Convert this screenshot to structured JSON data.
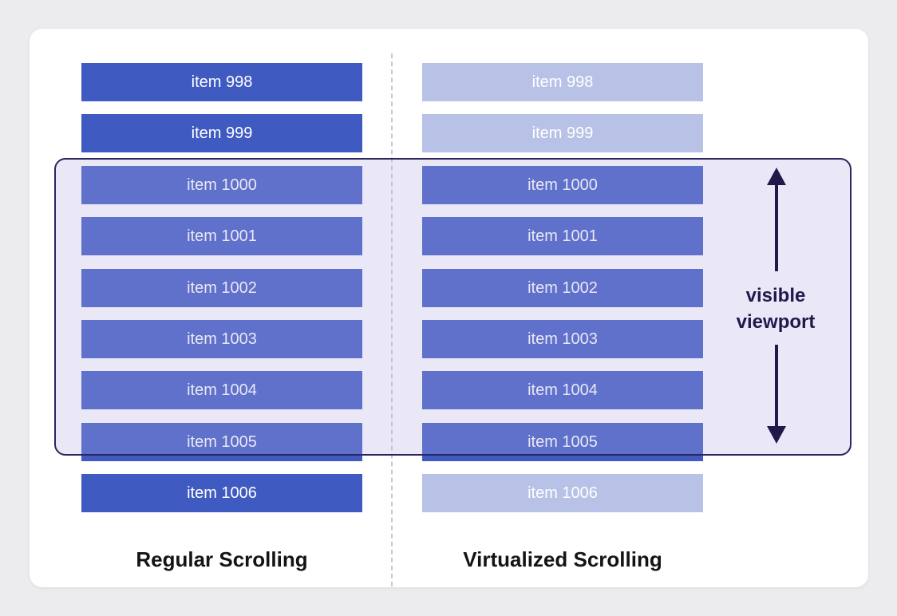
{
  "regular": {
    "label": "Regular Scrolling",
    "items": [
      {
        "label": "item 998",
        "state": "rendered"
      },
      {
        "label": "item 999",
        "state": "rendered"
      },
      {
        "label": "item 1000",
        "state": "rendered"
      },
      {
        "label": "item 1001",
        "state": "rendered"
      },
      {
        "label": "item 1002",
        "state": "rendered"
      },
      {
        "label": "item 1003",
        "state": "rendered"
      },
      {
        "label": "item 1004",
        "state": "rendered"
      },
      {
        "label": "item 1005",
        "state": "rendered"
      },
      {
        "label": "item 1006",
        "state": "rendered"
      }
    ]
  },
  "virtualized": {
    "label": "Virtualized Scrolling",
    "items": [
      {
        "label": "item 998",
        "state": "faded"
      },
      {
        "label": "item 999",
        "state": "faded"
      },
      {
        "label": "item 1000",
        "state": "rendered"
      },
      {
        "label": "item 1001",
        "state": "rendered"
      },
      {
        "label": "item 1002",
        "state": "rendered"
      },
      {
        "label": "item 1003",
        "state": "rendered"
      },
      {
        "label": "item 1004",
        "state": "rendered"
      },
      {
        "label": "item 1005",
        "state": "rendered"
      },
      {
        "label": "item 1006",
        "state": "faded"
      }
    ]
  },
  "viewport": {
    "line1": "visible",
    "line2": "viewport"
  },
  "colors": {
    "rendered": "#3f5bc1",
    "faded": "#b8c2e6",
    "viewport_border": "#2b2560",
    "arrow": "#1f1a4b"
  },
  "icons": {
    "viewport_arrow": "double-headed-vertical-arrow-icon"
  }
}
